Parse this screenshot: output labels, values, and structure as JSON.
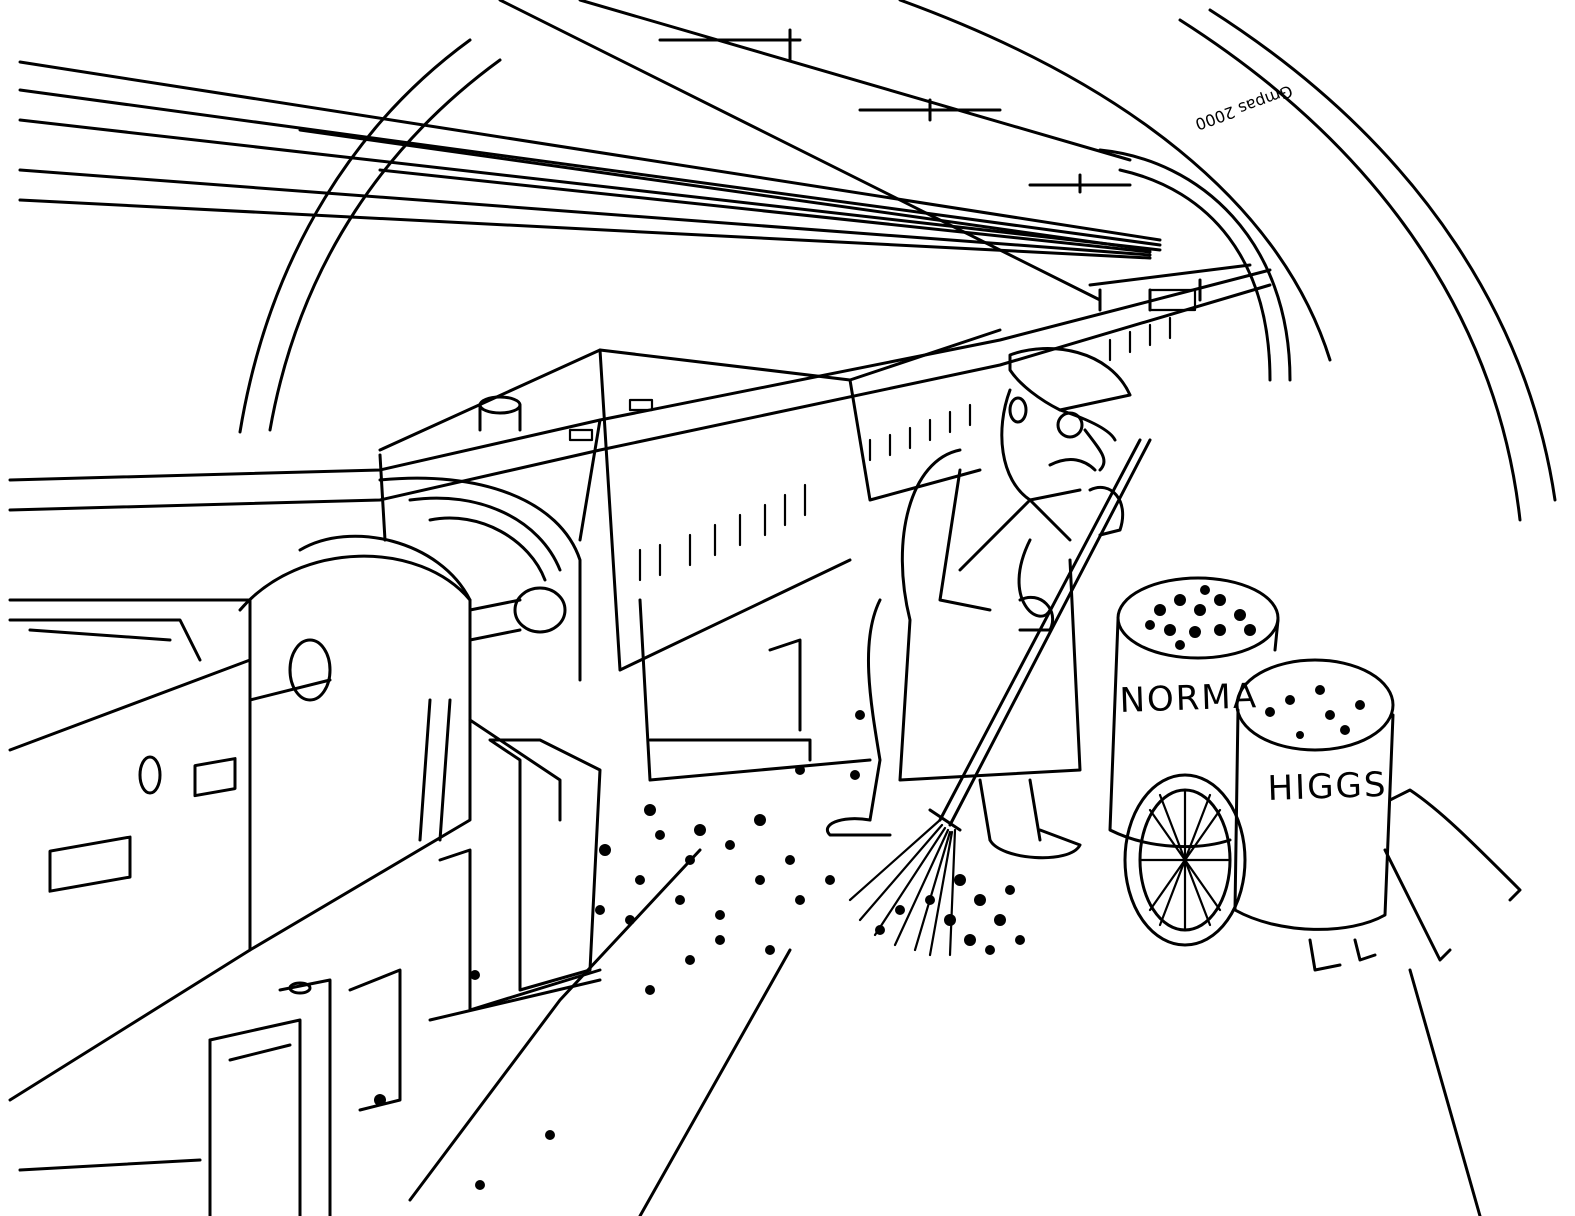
{
  "bin_labels": {
    "left": "NORMA",
    "right": "HIGGS"
  },
  "signature": "Gmpas 2000",
  "colors": {
    "ink": "#000000",
    "paper": "#ffffff"
  }
}
